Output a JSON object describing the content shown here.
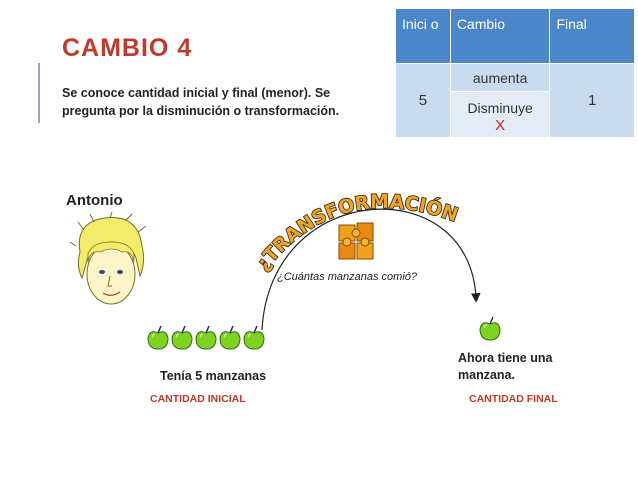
{
  "title": "CAMBIO 4",
  "description": "Se conoce cantidad inicial y final (menor). Se  pregunta por la disminución o transformación.",
  "table": {
    "headers": [
      "Inici o",
      "Cambio",
      "Final"
    ],
    "inicio_value": "5",
    "cambio_options": [
      "aumenta",
      "Disminuye"
    ],
    "selected_mark": "X",
    "final_value": "1"
  },
  "character_name": "Antonio",
  "transformation_label": "¿TRANSFORMACIÓN?",
  "question": "¿Cuántas manzanas  comió?",
  "initial": {
    "text": "Tenía 5 manzanas",
    "label": "CANTIDAD INICIAL",
    "apple_count": 5
  },
  "final": {
    "text": "Ahora tiene una manzana.",
    "label": "CANTIDAD FINAL",
    "apple_count": 1
  },
  "colors": {
    "title_red": "#c0392b",
    "table_header_blue": "#4a86c8",
    "table_cell_dark": "#c9dcef",
    "table_cell_light": "#e3ecf6",
    "apple_green": "#7ed321",
    "transform_text_orange": "#f6a21a"
  },
  "icons": [
    "hair-face-icon",
    "puzzle-icon",
    "green-apple-icon",
    "arc-arrow-icon"
  ]
}
